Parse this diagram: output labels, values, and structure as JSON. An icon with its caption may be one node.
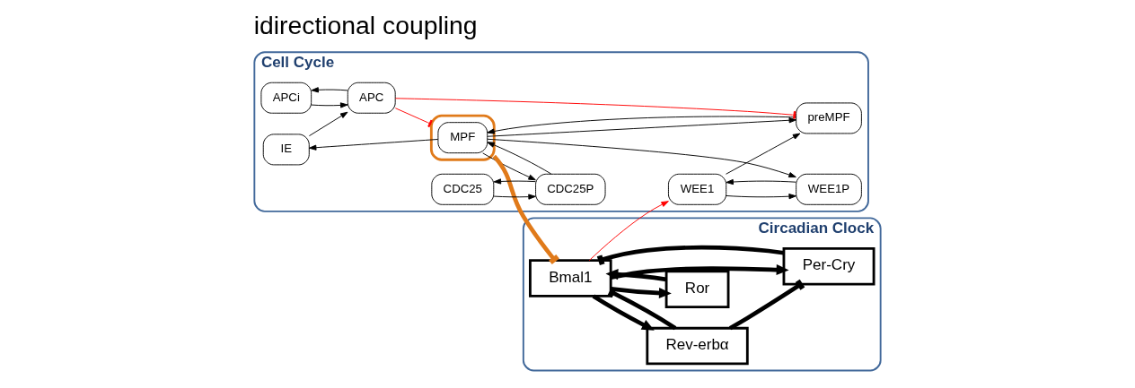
{
  "diagram": {
    "title": "idirectional coupling",
    "nodes": [
      {
        "text": [
          "Cell Cycle"
        ]
      },
      {
        "text": [
          "WEE1"
        ],
        "in": 0
      },
      {
        "text": [
          "WEE1P"
        ],
        "in": 0
      },
      {
        "text": [
          "IE"
        ],
        "in": 0
      },
      {
        "text": [],
        "shape": "box",
        "in": 0
      },
      {
        "text": [
          "MPF"
        ],
        "in": 4
      },
      {
        "text": [
          "preMPF"
        ],
        "in": 0
      },
      {
        "text": [
          "APCi"
        ],
        "in": 0
      },
      {
        "text": [
          "APC"
        ],
        "in": 0
      },
      {
        "text": [
          "CDC25"
        ],
        "in": 0
      },
      {
        "text": [
          "CDC25P"
        ],
        "in": 0
      },
      {
        "text": [
          "Circadian Clock"
        ]
      },
      {
        "text": [
          "Per-Cry"
        ],
        "in": 11
      },
      {
        "text": [
          "Bmal1"
        ],
        "in": 11
      },
      {
        "text": [
          "Rev-erbα"
        ],
        "in": 11
      },
      {
        "text": [
          "Ror"
        ],
        "in": 11
      }
    ],
    "edges": [
      {
        "from": 2,
        "to": 1,
        "arrow": "to"
      },
      {
        "from": 1,
        "to": 2,
        "arrow": "to"
      },
      {
        "from": 5,
        "to": 3,
        "arrow": "to"
      },
      {
        "from": 3,
        "to": 8,
        "arrow": "to"
      },
      {
        "from": 7,
        "to": 8,
        "arrow": "to"
      },
      {
        "from": 8,
        "to": 7,
        "arrow": "to"
      },
      {
        "from": 8,
        "to": 4,
        "arrow": "other",
        "color": "#ff0000"
      },
      {
        "from": 8,
        "to": 6,
        "arrow": "other",
        "color": "#ff0000"
      },
      {
        "from": 1,
        "to": 6,
        "arrow": "to"
      },
      {
        "from": 5,
        "to": 2,
        "arrow": "to"
      },
      {
        "from": 5,
        "to": 6,
        "arrow": "to"
      },
      {
        "from": 6,
        "to": 5,
        "arrow": "to"
      },
      {
        "from": 5,
        "to": 10,
        "arrow": "to"
      },
      {
        "from": 10,
        "to": 5,
        "arrow": "to"
      },
      {
        "from": 9,
        "to": 10,
        "arrow": "to"
      },
      {
        "from": 10,
        "to": 9,
        "arrow": "to"
      },
      {
        "from": 4,
        "to": 13,
        "arrow": "other",
        "style": "thick",
        "color": "#e07a1a"
      },
      {
        "from": 13,
        "to": 1,
        "arrow": "to",
        "color": "#ff0000"
      },
      {
        "from": 13,
        "to": 12,
        "arrow": "to",
        "style": "thick"
      },
      {
        "from": 12,
        "to": 13,
        "arrow": "other",
        "style": "thick"
      },
      {
        "from": 13,
        "to": 14,
        "arrow": "to",
        "style": "thick"
      },
      {
        "from": 14,
        "to": 13,
        "arrow": "other",
        "style": "thick"
      },
      {
        "from": 14,
        "to": 12,
        "arrow": "other",
        "style": "thick"
      },
      {
        "from": 13,
        "to": 15,
        "arrow": "to",
        "style": "thick"
      },
      {
        "from": 15,
        "to": 13,
        "arrow": "to",
        "style": "thick"
      }
    ]
  }
}
